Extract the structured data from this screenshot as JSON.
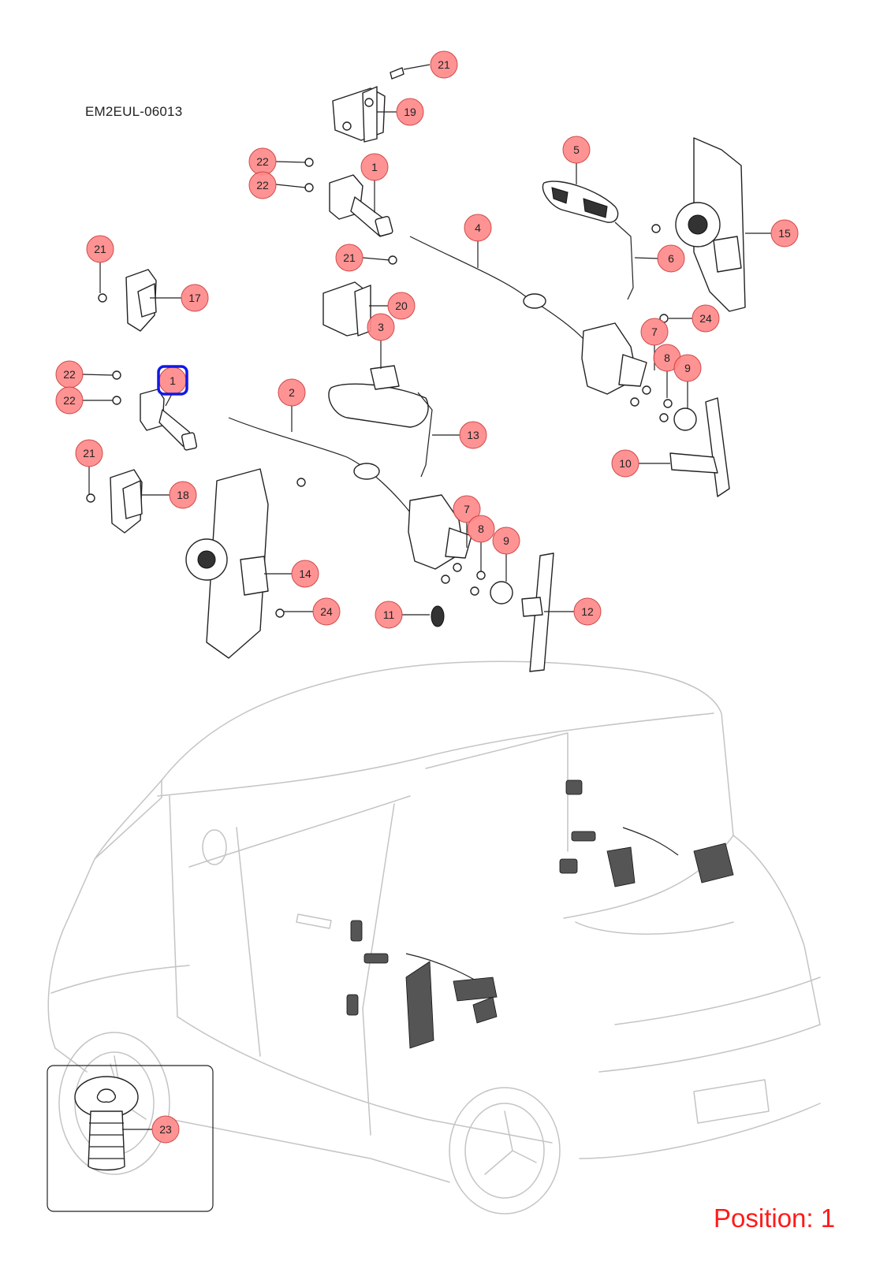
{
  "diagram_code": "EM2EUL-06013",
  "position_label": "Position: 1",
  "highlighted_callout": "1",
  "colors": {
    "callout_fill": "#ff8a8a",
    "highlight": "#1018e8",
    "position_text": "#ff1a1a"
  },
  "callouts": {
    "c21_top": "21",
    "c19": "19",
    "c22_a": "22",
    "c22_b": "22",
    "c1_top": "1",
    "c5": "5",
    "c15": "15",
    "c4": "4",
    "c6": "6",
    "c21_left": "21",
    "c17": "17",
    "c21_mid": "21",
    "c20": "20",
    "c24_right": "24",
    "c3": "3",
    "c7_right": "7",
    "c8_right": "8",
    "c9_right": "9",
    "c22_c": "22",
    "c22_d": "22",
    "c1_highlight": "1",
    "c2": "2",
    "c13": "13",
    "c10": "10",
    "c21_left2": "21",
    "c18": "18",
    "c7_mid": "7",
    "c8_mid": "8",
    "c9_mid": "9",
    "c14": "14",
    "c24_mid": "24",
    "c11": "11",
    "c12": "12",
    "c23": "23"
  }
}
